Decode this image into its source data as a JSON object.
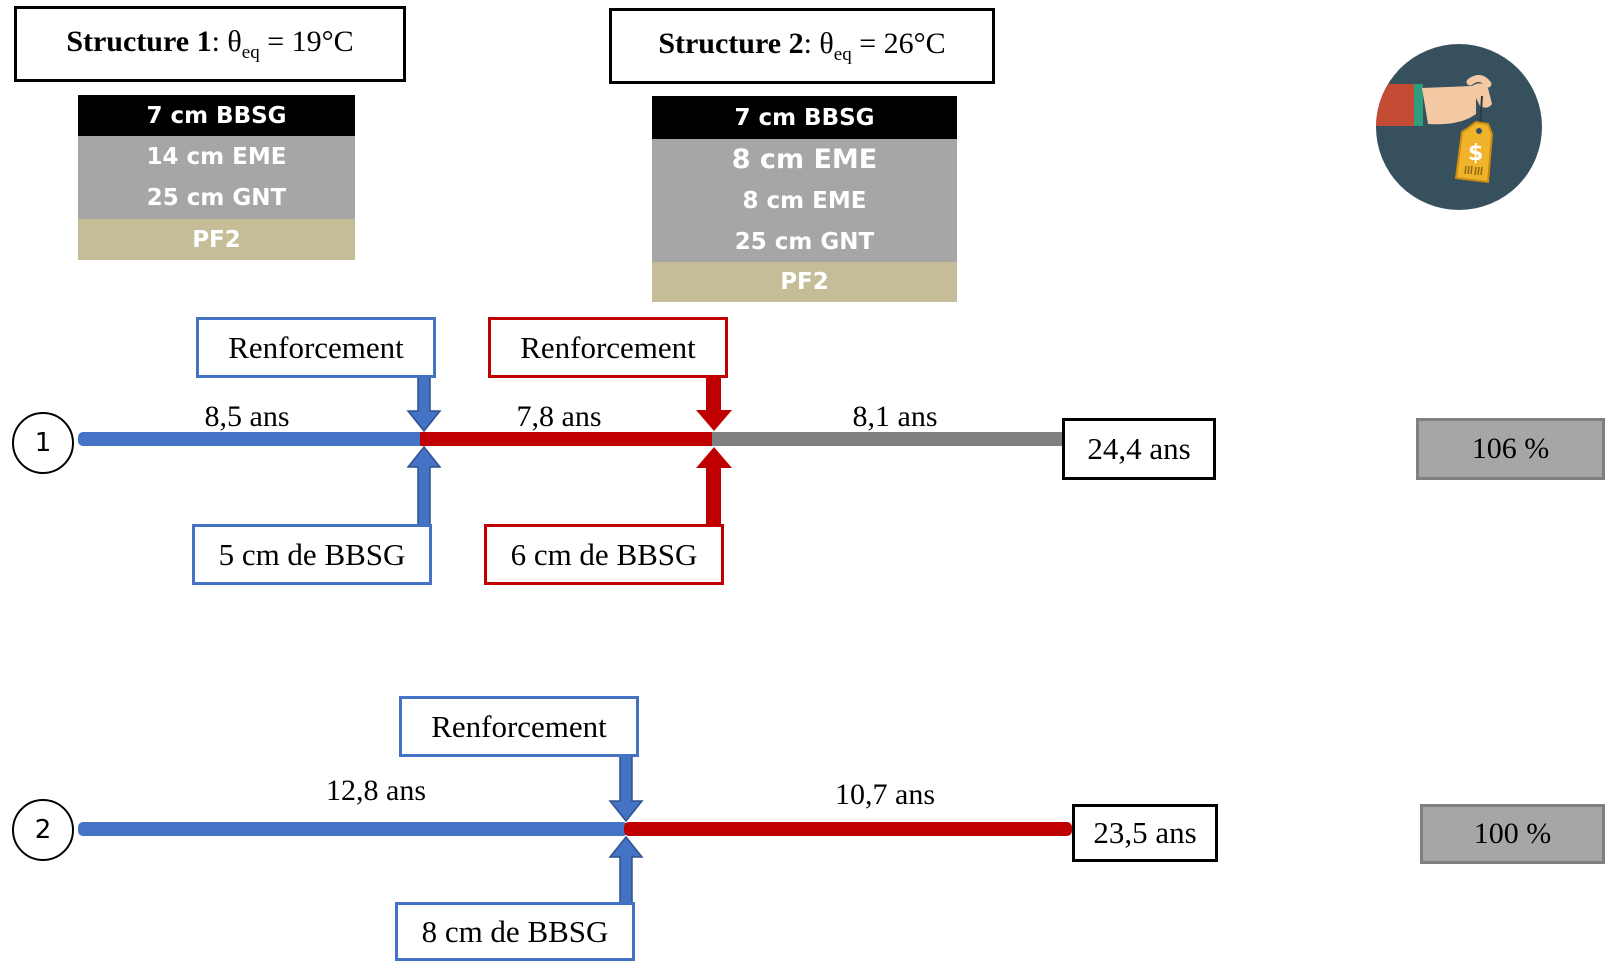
{
  "structure1": {
    "title_bold": "Structure 1",
    "title_rest_prefix": ": θ",
    "title_sub": "eq",
    "title_rest_suffix": " = 19°C",
    "layers": [
      "7 cm BBSG",
      "14 cm EME",
      "25 cm GNT",
      "PF2"
    ]
  },
  "structure2": {
    "title_bold": "Structure 2",
    "title_rest_prefix": ": θ",
    "title_sub": "eq",
    "title_rest_suffix": " = 26°C",
    "layers": [
      "7 cm BBSG",
      "8  cm EME",
      "8  cm EME",
      "25 cm GNT",
      "PF2"
    ]
  },
  "scenario1": {
    "number": "1",
    "durations": [
      "8,5 ans",
      "7,8 ans",
      "8,1 ans"
    ],
    "reinforcements": [
      {
        "label": "Renforcement",
        "thickness": "5 cm de BBSG"
      },
      {
        "label": "Renforcement",
        "thickness": "6 cm de BBSG"
      }
    ],
    "total": "24,4 ans",
    "cost": "106 %"
  },
  "scenario2": {
    "number": "2",
    "durations": [
      "12,8 ans",
      "10,7 ans"
    ],
    "reinforcements": [
      {
        "label": "Renforcement",
        "thickness": "8 cm de BBSG"
      }
    ],
    "total": "23,5 ans",
    "cost": "100 %"
  },
  "colors": {
    "blue": "#4472c4",
    "red": "#c00000",
    "grey_line": "#808080",
    "layer_black": "#000000",
    "layer_grey": "#a6a6a6",
    "layer_beige": "#c4bd97",
    "cost_box": "#a6a6a6",
    "icon_bg": "#37505e"
  },
  "icons": {
    "price": "price-tag-hand-icon"
  }
}
